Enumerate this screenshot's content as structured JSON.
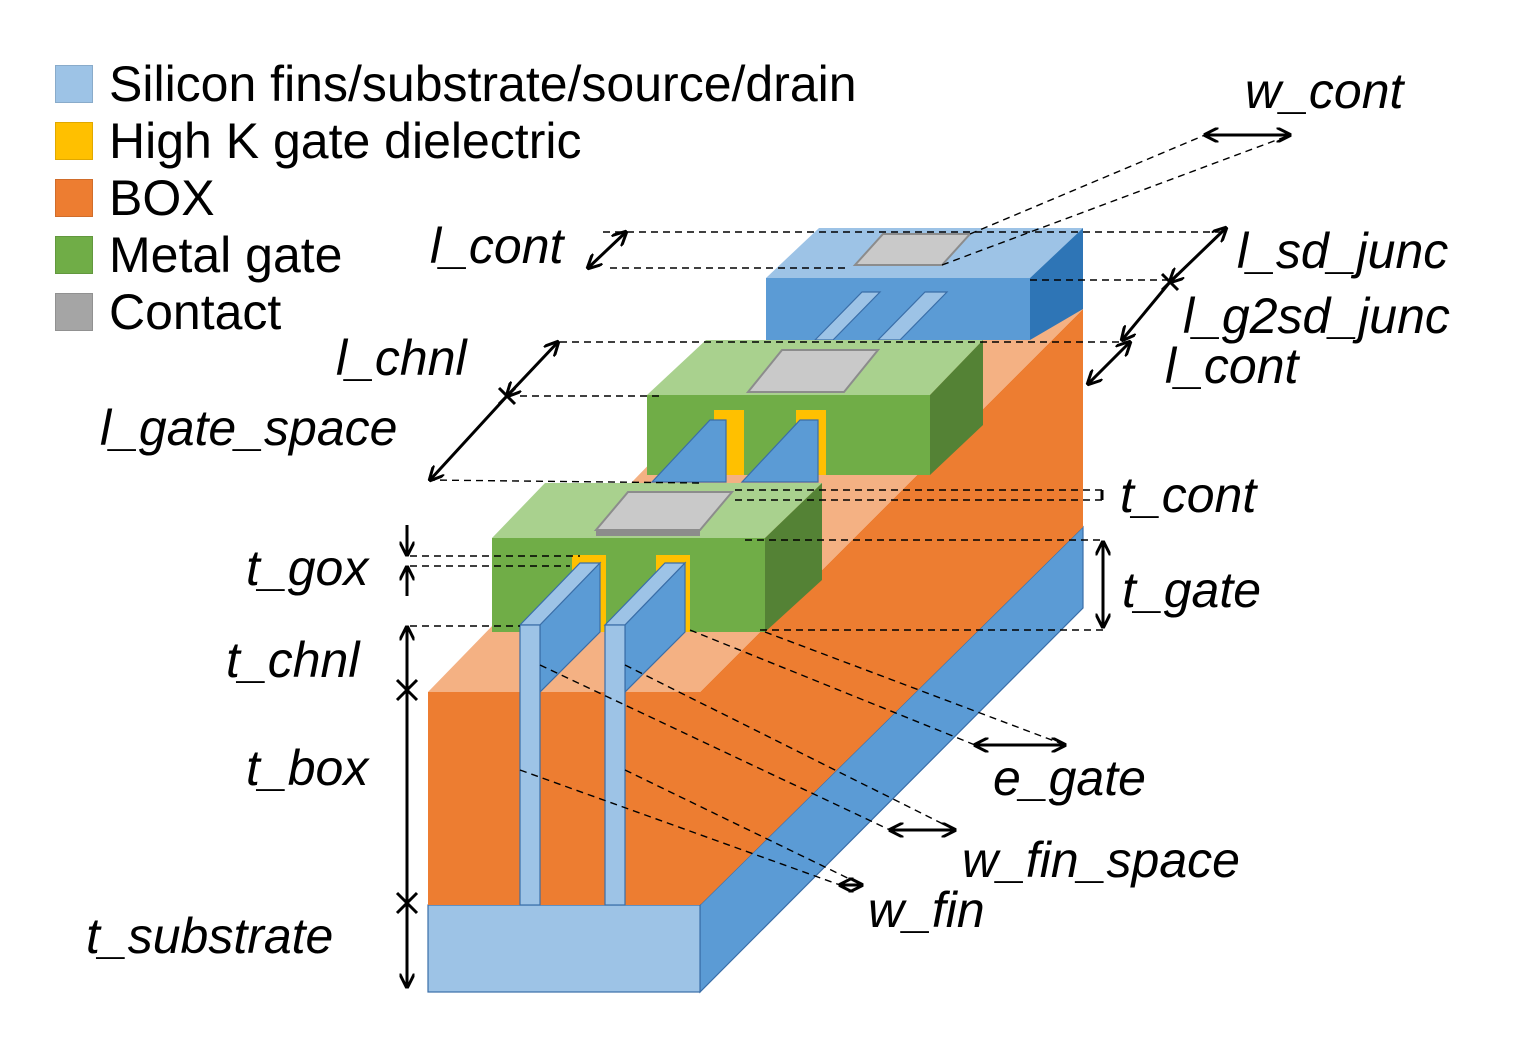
{
  "legend": [
    {
      "label": "Silicon fins/substrate/source/drain",
      "color": "#9dc3e6"
    },
    {
      "label": "High K gate dielectric",
      "color": "#ffc000"
    },
    {
      "label": "BOX",
      "color": "#ed7d31"
    },
    {
      "label": "Metal gate",
      "color": "#70ad47"
    },
    {
      "label": "Contact",
      "color": "#a5a5a5"
    }
  ],
  "dimensions": {
    "w_cont": "w_cont",
    "l_cont_top": "l_cont",
    "l_sd_junc": "l_sd_junc",
    "l_g2sd_junc": "l_g2sd_junc",
    "l_cont_right": "l_cont",
    "l_chnl": "l_chnl",
    "l_gate_space": "l_gate_space",
    "t_cont": "t_cont",
    "t_gox": "t_gox",
    "t_gate": "t_gate",
    "t_chnl": "t_chnl",
    "t_box": "t_box",
    "t_substrate": "t_substrate",
    "e_gate": "e_gate",
    "w_fin_space": "w_fin_space",
    "w_fin": "w_fin"
  },
  "colors": {
    "silicon_light": "#9dc3e6",
    "silicon_mid": "#5b9bd5",
    "silicon_dark": "#2e75b6",
    "box_front": "#ed7d31",
    "box_top": "#f4b183",
    "gate_front": "#70ad47",
    "gate_top": "#a9d18e",
    "gate_side": "#548235",
    "contact_top": "#c9c9c9",
    "contact_edge": "#8c8c8c",
    "high_k": "#ffc000"
  }
}
